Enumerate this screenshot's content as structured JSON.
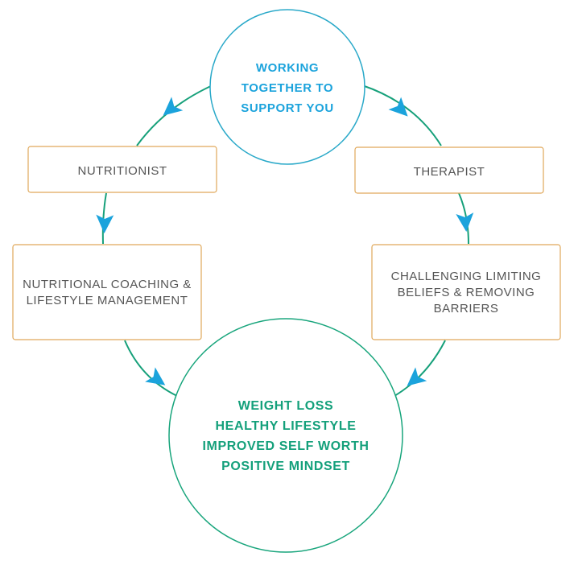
{
  "diagram": {
    "top_circle": {
      "lines": [
        "WORKING",
        "TOGETHER TO",
        "SUPPORT YOU"
      ]
    },
    "left_role": {
      "label": "NUTRITIONIST"
    },
    "right_role": {
      "label": "THERAPIST"
    },
    "left_service": {
      "lines": [
        "NUTRITIONAL COACHING &",
        "LIFESTYLE MANAGEMENT"
      ]
    },
    "right_service": {
      "lines": [
        "CHALLENGING LIMITING",
        "BELIEFS & REMOVING",
        "BARRIERS"
      ]
    },
    "outcome_circle": {
      "lines": [
        "WEIGHT LOSS",
        "HEALTHY LIFESTYLE",
        "IMPROVED SELF WORTH",
        "POSITIVE MINDSET"
      ]
    }
  },
  "colors": {
    "connector": "#16a07a",
    "arrow": "#1ba3dc",
    "top_circle_text": "#1ba3dc",
    "outcome_text": "#14a07b",
    "box_border": "#e0a85a",
    "box_text": "#555555"
  }
}
